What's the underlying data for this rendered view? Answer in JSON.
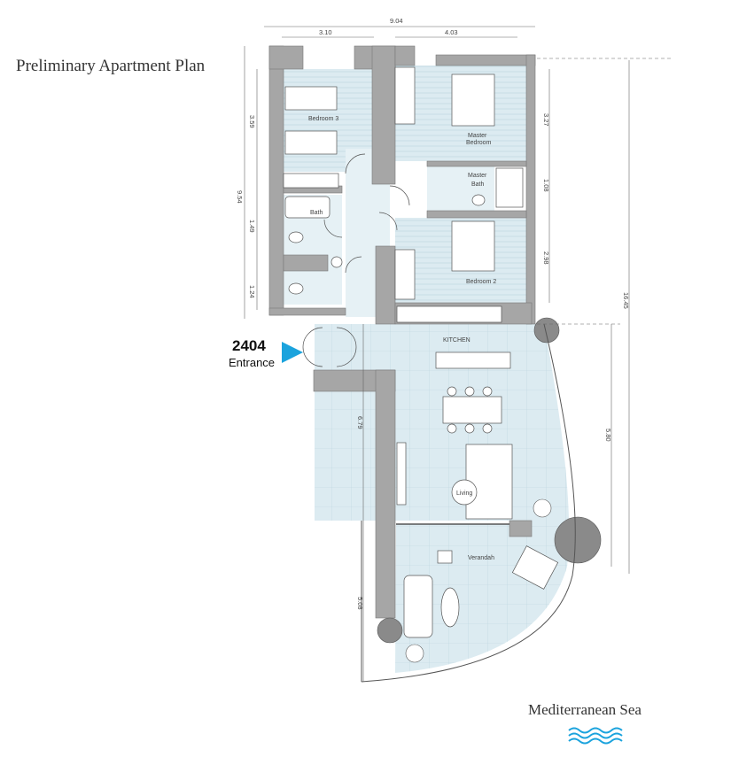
{
  "page": {
    "title": "Preliminary Apartment Plan",
    "sea_label": "Mediterranean Sea"
  },
  "entrance": {
    "unit_number": "2404",
    "label": "Entrance"
  },
  "rooms": {
    "bedroom3": "Bedroom 3",
    "master_bedroom_line1": "Master",
    "master_bedroom_line2": "Bedroom",
    "master_bath_line1": "Master",
    "master_bath_line2": "Bath",
    "bath": "Bath",
    "bedroom2": "Bedroom 2",
    "kitchen": "KITCHEN",
    "living": "Living",
    "verandah": "Verandah"
  },
  "dimensions": {
    "total_width": "9.04",
    "width_left": "3.10",
    "width_right": "4.03",
    "left_total": "9.54",
    "left_bedroom3": "3.59",
    "left_bath": "1.49",
    "left_wc": "1.24",
    "right_master": "3.27",
    "right_master_bath": "1.08",
    "right_bedroom2": "2.98",
    "right_living": "5.80",
    "right_total": "16.45",
    "center_living": "6.79",
    "center_verandah": "5.08"
  },
  "colors": {
    "floor": "#dcebf1",
    "wall": "#a6a6a6",
    "accent": "#1ba3dd",
    "line": "#555555"
  }
}
